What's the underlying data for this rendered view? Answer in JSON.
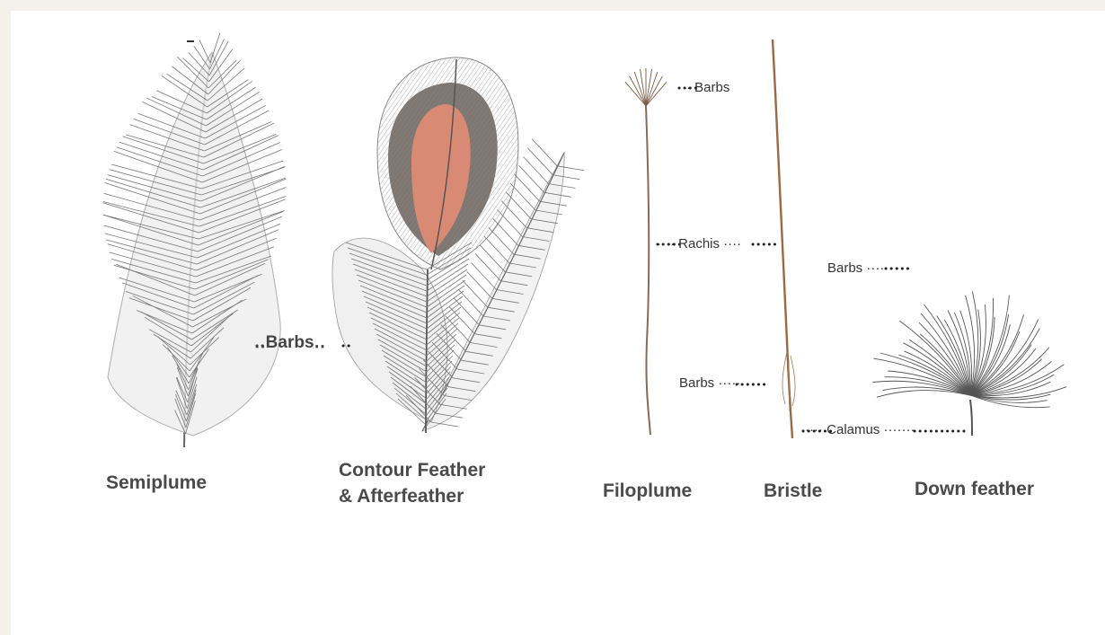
{
  "feathers": [
    {
      "name": "Semiplume"
    },
    {
      "name": "Contour Feather\n& Afterfeather"
    },
    {
      "name": "Filoplume"
    },
    {
      "name": "Bristle"
    },
    {
      "name": "Down feather"
    }
  ],
  "labels": {
    "semi_barbs": "‥Barbs‥",
    "filo_barbs": "··· Barbs",
    "rachis": "···· Rachis ····",
    "bristle_barbs": "Barbs ·····",
    "down_barbs": "Barbs ····",
    "calamus": "····· Calamus ·······"
  },
  "colors": {
    "ink": "#555555",
    "contour_fill": "#d98a74",
    "vane_dark": "#6b625c",
    "shaft_brown": "#9b6a45"
  }
}
